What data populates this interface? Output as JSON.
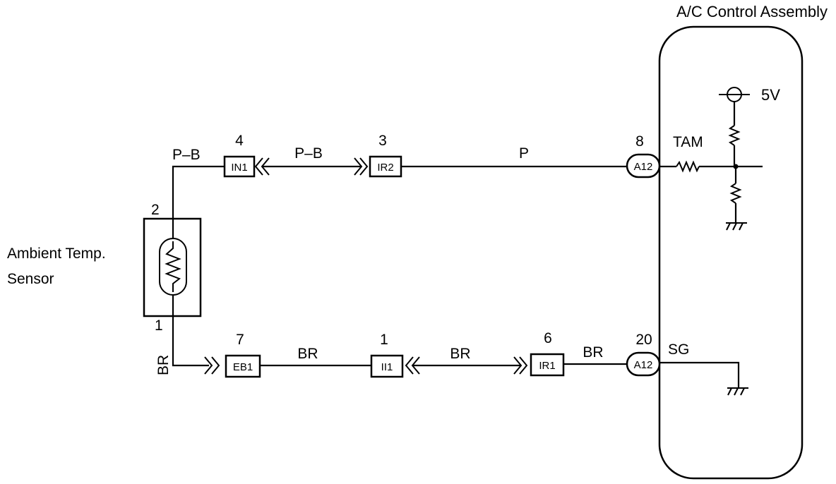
{
  "assembly": {
    "title": "A/C Control Assembly",
    "supply": "5V",
    "signal_tam": "TAM",
    "signal_sg": "SG"
  },
  "sensor": {
    "line1": "Ambient Temp.",
    "line2": "Sensor",
    "pin_top": "2",
    "pin_bottom": "1"
  },
  "wires": {
    "pb_left": "P–B",
    "pb_mid": "P–B",
    "p": "P",
    "br_vertical": "BR",
    "br1": "BR",
    "br2": "BR",
    "br3": "BR"
  },
  "connectors": {
    "in1": {
      "label": "IN1",
      "pin": "4"
    },
    "ir2": {
      "label": "IR2",
      "pin": "3"
    },
    "a12_top": {
      "label": "A12",
      "pin": "8"
    },
    "eb1": {
      "label": "EB1",
      "pin": "7"
    },
    "ii1": {
      "label": "II1",
      "pin": "1"
    },
    "ir1": {
      "label": "IR1",
      "pin": "6"
    },
    "a12_bottom": {
      "label": "A12",
      "pin": "20"
    }
  }
}
